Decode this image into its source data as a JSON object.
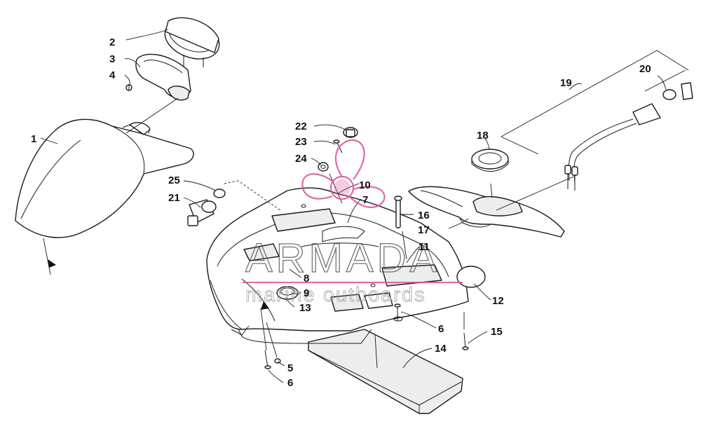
{
  "watermark": {
    "title": "ARMADA",
    "subtitle": "marine outboards",
    "accent_color": "#d9509a"
  },
  "callouts": [
    "1",
    "2",
    "3",
    "4",
    "5",
    "6",
    "6",
    "7",
    "8",
    "9",
    "10",
    "11",
    "12",
    "13",
    "14",
    "15",
    "16",
    "17",
    "18",
    "19",
    "20",
    "21",
    "22",
    "23",
    "24",
    "25"
  ]
}
